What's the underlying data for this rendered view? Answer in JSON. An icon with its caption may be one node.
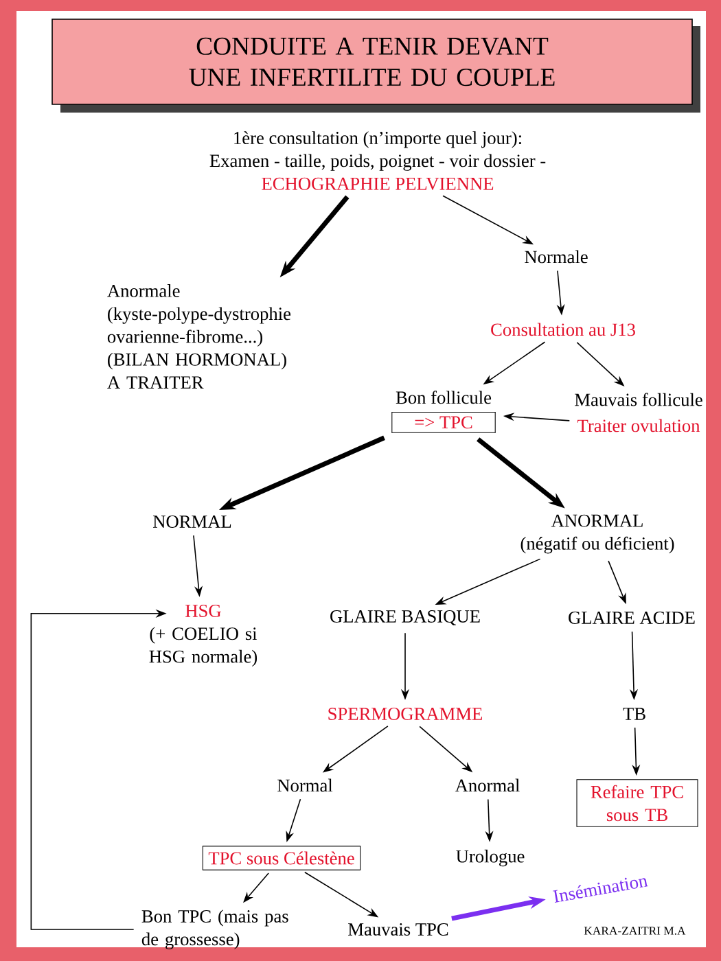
{
  "diagram": {
    "title": "CONDUITE A TENIR DEVANT UNE INFERTILITE DU COUPLE",
    "nodes": [
      {
        "text": [
          "1ère consultation (n’importe quel jour):",
          "Examen - taille, poids, poignet - voir dossier -",
          "ECHOGRAPHIE PELVIENNE"
        ]
      },
      {
        "text": [
          "Anormale",
          "(kyste-polype-dystrophie ovarienne-fibrome...)",
          "(BILAN HORMONAL)",
          "A TRAITER"
        ]
      },
      {
        "text": [
          "Normale"
        ]
      },
      {
        "text": [
          "Consultation au J13"
        ]
      },
      {
        "text": [
          "Bon follicule",
          "=> TPC"
        ]
      },
      {
        "text": [
          "Mauvais follicule"
        ]
      },
      {
        "text": [
          "Traiter ovulation"
        ]
      },
      {
        "text": [
          "NORMAL"
        ]
      },
      {
        "text": [
          "ANORMAL",
          "(négatif ou déficient)"
        ]
      },
      {
        "text": [
          "HSG",
          "(+ COELIO si HSG normale)"
        ]
      },
      {
        "text": [
          "GLAIRE BASIQUE"
        ]
      },
      {
        "text": [
          "GLAIRE ACIDE"
        ]
      },
      {
        "text": [
          "SPERMOGRAMME"
        ]
      },
      {
        "text": [
          "TB"
        ]
      },
      {
        "text": [
          "Normal"
        ]
      },
      {
        "text": [
          "Anormal"
        ]
      },
      {
        "text": [
          "Refaire TPC sous TB"
        ]
      },
      {
        "text": [
          "TPC sous Célestène"
        ]
      },
      {
        "text": [
          "Urologue"
        ]
      },
      {
        "text": [
          "Bon TPC (mais pas de grossesse)"
        ]
      },
      {
        "text": [
          "Mauvais TPC"
        ]
      },
      {
        "text": [
          "Insémination"
        ]
      }
    ],
    "edges": [
      {
        "from": 0,
        "to": 1,
        "arrow": "to",
        "style": "thick"
      },
      {
        "from": 0,
        "to": 2,
        "arrow": "to"
      },
      {
        "from": 2,
        "to": 3,
        "arrow": "to"
      },
      {
        "from": 3,
        "to": 4,
        "arrow": "to"
      },
      {
        "from": 3,
        "to": 5,
        "arrow": "to"
      },
      {
        "from": 6,
        "to": 4,
        "arrow": "to"
      },
      {
        "from": 4,
        "to": 7,
        "arrow": "to",
        "style": "thick"
      },
      {
        "from": 4,
        "to": 8,
        "arrow": "to",
        "style": "thick"
      },
      {
        "from": 7,
        "to": 9,
        "arrow": "to"
      },
      {
        "from": 8,
        "to": 10,
        "arrow": "to"
      },
      {
        "from": 8,
        "to": 11,
        "arrow": "to"
      },
      {
        "from": 10,
        "to": 12,
        "arrow": "to"
      },
      {
        "from": 11,
        "to": 13,
        "arrow": "to"
      },
      {
        "from": 13,
        "to": 16,
        "arrow": "to"
      },
      {
        "from": 12,
        "to": 14,
        "arrow": "to"
      },
      {
        "from": 12,
        "to": 15,
        "arrow": "to"
      },
      {
        "from": 14,
        "to": 17,
        "arrow": "to"
      },
      {
        "from": 15,
        "to": 18,
        "arrow": "to"
      },
      {
        "from": 17,
        "to": 19,
        "arrow": "to"
      },
      {
        "from": 17,
        "to": 20,
        "arrow": "to"
      },
      {
        "from": 20,
        "to": 21,
        "arrow": "to",
        "style": "thick",
        "color": "#7b2ff0"
      },
      {
        "from": 19,
        "to": 9,
        "arrow": "to"
      }
    ],
    "labels": [
      "KARA-ZAITRI M.A"
    ]
  }
}
